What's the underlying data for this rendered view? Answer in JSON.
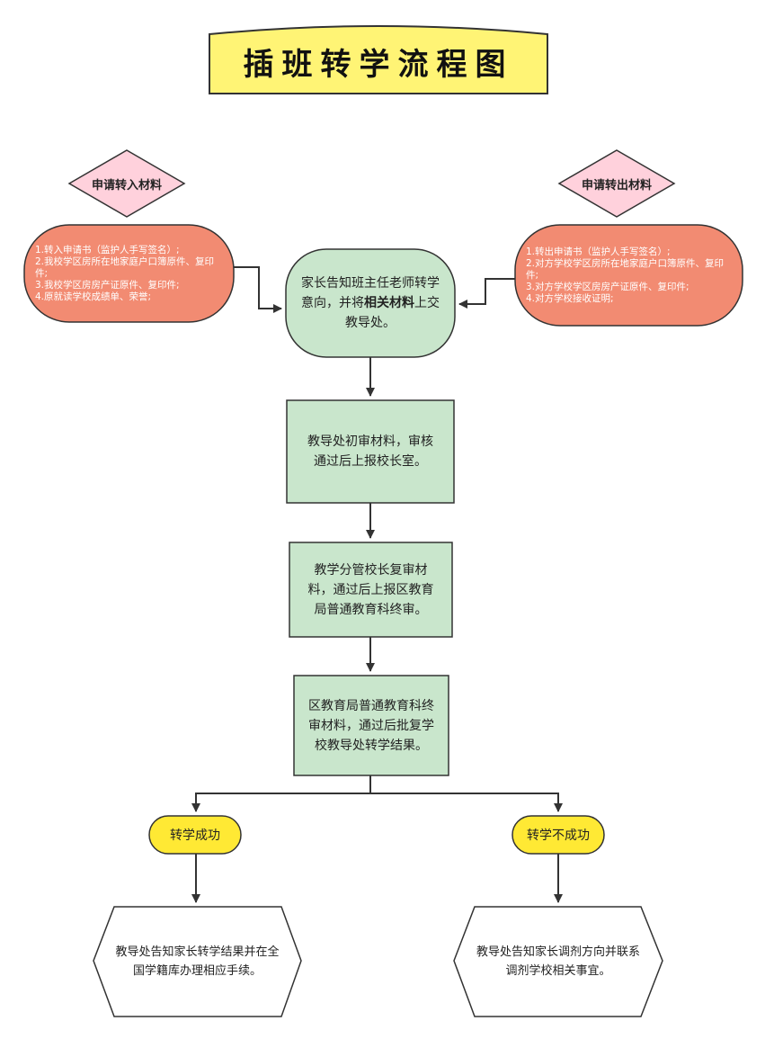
{
  "title": "插班转学流程图",
  "transfer_in": {
    "label": "申请转入材料",
    "items": [
      "1.转入申请书（监护人手写签名）;",
      "2.我校学区房所在地家庭户口簿原件、复印件;",
      "3.我校学区房房产证原件、复印件;",
      "4.原就读学校成绩单、荣誉;"
    ]
  },
  "transfer_out": {
    "label": "申请转出材料",
    "items": [
      "1.转出申请书（监护人手写签名）;",
      "2.对方学校学区房所在地家庭户口簿原件、复印件;",
      "3.对方学校学区房房产证原件、复印件;",
      "4.对方学校接收证明;"
    ]
  },
  "steps": {
    "step1_before": "家长告知班主任老师转学意向，并将",
    "step1_bold": "相关材料",
    "step1_after": "上交教导处。",
    "step2": "教导处初审材料，审核通过后上报校长室。",
    "step3": "教学分管校长复审材料，通过后上报区教育局普通教育科终审。",
    "step4": "区教育局普通教育科终审材料，通过后批复学校教导处转学结果。"
  },
  "outcomes": {
    "success": "转学成功",
    "failure": "转学不成功",
    "success_action": "教导处告知家长转学结果并在全国学籍库办理相应手续。",
    "failure_action": "教导处告知家长调剂方向并联系调剂学校相关事宜。"
  },
  "colors": {
    "title_fill": "#FFF475",
    "diamond_fill": "#FFD1DC",
    "list_fill": "#F28B72",
    "green_fill": "#C9E6CC",
    "yellow_fill": "#FFE934",
    "stroke": "#333333"
  }
}
